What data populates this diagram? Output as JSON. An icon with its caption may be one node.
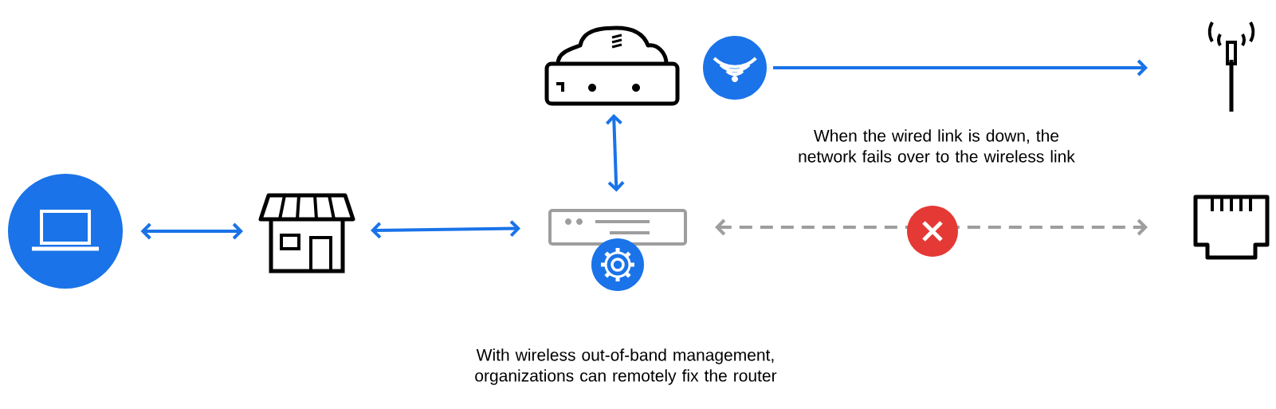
{
  "diagram": {
    "nodes": [
      {
        "text": [],
        "shape": "laptop"
      },
      {
        "text": [],
        "shape": "store"
      },
      {
        "text": [],
        "shape": "router"
      },
      {
        "text": [],
        "shape": "cloud"
      },
      {
        "text": [],
        "shape": "circle"
      },
      {
        "text": [],
        "shape": "antenna"
      },
      {
        "text": [],
        "shape": "port"
      }
    ],
    "edges": [
      {
        "from": 0,
        "to": 1,
        "arrow": "both",
        "color": "#1a73e8"
      },
      {
        "from": 1,
        "to": 2,
        "arrow": "both",
        "color": "#1a73e8"
      },
      {
        "from": 3,
        "to": 2,
        "arrow": "both",
        "color": "#1a73e8"
      },
      {
        "from": 4,
        "to": 5,
        "arrow": "to",
        "color": "#1a73e8"
      },
      {
        "from": 2,
        "to": 6,
        "arrow": "both",
        "style": "dashed",
        "color": "#9e9e9e"
      }
    ],
    "labels": [
      "When the wired link is down, the network fails over to the wireless link",
      "With wireless out-of-band management, organizations can remotely fix the router"
    ]
  }
}
